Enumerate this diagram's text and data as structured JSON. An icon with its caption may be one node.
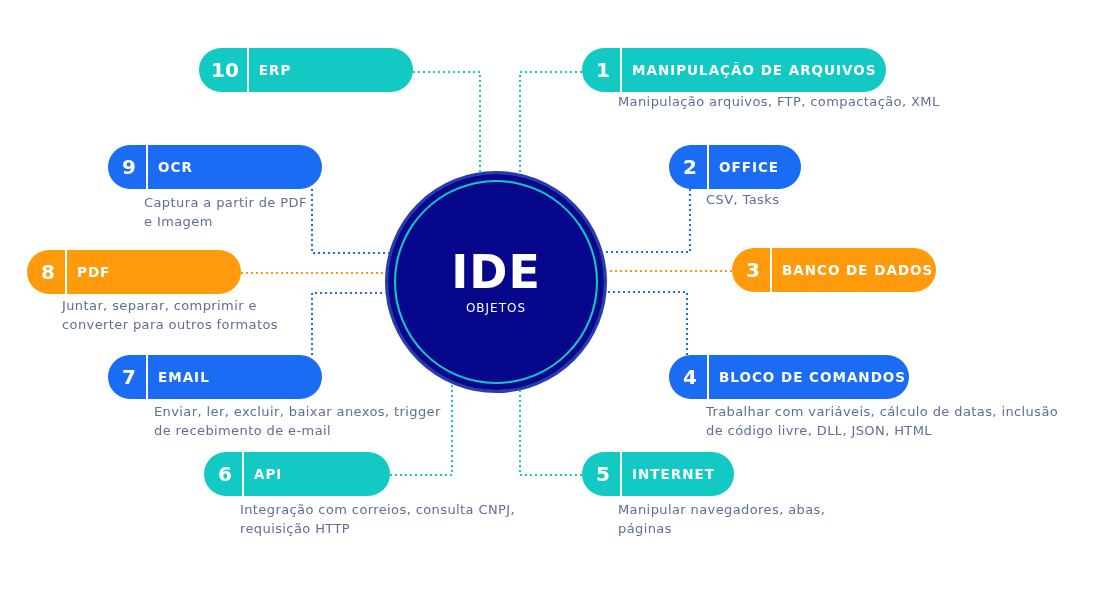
{
  "diagram": {
    "nodes": [
      {
        "text": [
          "IDE",
          "OBJETOS"
        ]
      },
      {
        "text": [
          "1",
          "MANIPULAÇÃO DE ARQUIVOS"
        ],
        "beside": [
          "Manipulação arquivos, FTP, compactação, XML"
        ]
      },
      {
        "text": [
          "2",
          "OFFICE"
        ],
        "beside": [
          "CSV, Tasks"
        ]
      },
      {
        "text": [
          "3",
          "BANCO DE DADOS"
        ]
      },
      {
        "text": [
          "4",
          "BLOCO DE COMANDOS"
        ],
        "beside": [
          "Trabalhar com variáveis, cálculo de datas, inclusão de código livre, DLL, JSON, HTML"
        ]
      },
      {
        "text": [
          "5",
          "INTERNET"
        ],
        "beside": [
          "Manipular navegadores, abas, páginas"
        ]
      },
      {
        "text": [
          "6",
          "API"
        ],
        "beside": [
          "Integração com correios, consulta CNPJ, requisição HTTP"
        ]
      },
      {
        "text": [
          "7",
          "EMAIL"
        ],
        "beside": [
          "Enviar, ler, excluir, baixar anexos, trigger de recebimento de e-mail"
        ]
      },
      {
        "text": [
          "8",
          "PDF"
        ],
        "beside": [
          "Juntar, separar, comprimir e converter para outros formatos"
        ]
      },
      {
        "text": [
          "9",
          "OCR"
        ],
        "beside": [
          "Captura a partir de PDF e Imagem"
        ]
      },
      {
        "text": [
          "10",
          "ERP"
        ]
      }
    ],
    "edges": [
      {
        "from": 1,
        "to": 0,
        "arrow": "none",
        "style": "dashed",
        "color": "#12c9c4"
      },
      {
        "from": 2,
        "to": 0,
        "arrow": "none",
        "style": "dashed",
        "color": "#1a6cf5"
      },
      {
        "from": 3,
        "to": 0,
        "arrow": "none",
        "style": "dashed",
        "color": "#ff9a0d"
      },
      {
        "from": 4,
        "to": 0,
        "arrow": "none",
        "style": "dashed",
        "color": "#1a6cf5"
      },
      {
        "from": 5,
        "to": 0,
        "arrow": "none",
        "style": "dashed",
        "color": "#12c9c4"
      },
      {
        "from": 6,
        "to": 0,
        "arrow": "none",
        "style": "dashed",
        "color": "#12c9c4"
      },
      {
        "from": 7,
        "to": 0,
        "arrow": "none",
        "style": "dashed",
        "color": "#1a6cf5"
      },
      {
        "from": 8,
        "to": 0,
        "arrow": "none",
        "style": "dashed",
        "color": "#ff9a0d"
      },
      {
        "from": 9,
        "to": 0,
        "arrow": "none",
        "style": "dashed",
        "color": "#1a6cf5"
      },
      {
        "from": 10,
        "to": 0,
        "arrow": "none",
        "style": "dashed",
        "color": "#12c9c4"
      }
    ]
  }
}
